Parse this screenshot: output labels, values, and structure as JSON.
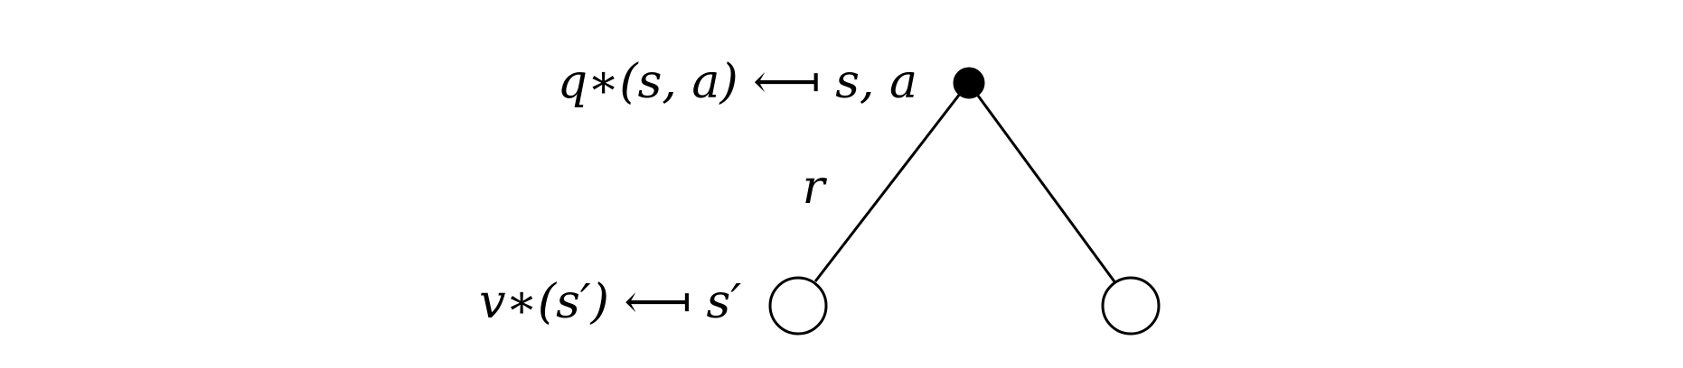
{
  "diagram": {
    "labels": {
      "q_update": "q∗(s, a) ⟻ s, a",
      "v_update": "v∗(s′) ⟻ s′",
      "reward": "r"
    },
    "nodes": [
      {
        "id": "state-action",
        "kind": "action",
        "filled": true
      },
      {
        "id": "next-state-left",
        "kind": "state",
        "filled": false
      },
      {
        "id": "next-state-right",
        "kind": "state",
        "filled": false
      }
    ],
    "edges": [
      {
        "from": "state-action",
        "to": "next-state-left",
        "label": "r"
      },
      {
        "from": "state-action",
        "to": "next-state-right"
      }
    ]
  }
}
